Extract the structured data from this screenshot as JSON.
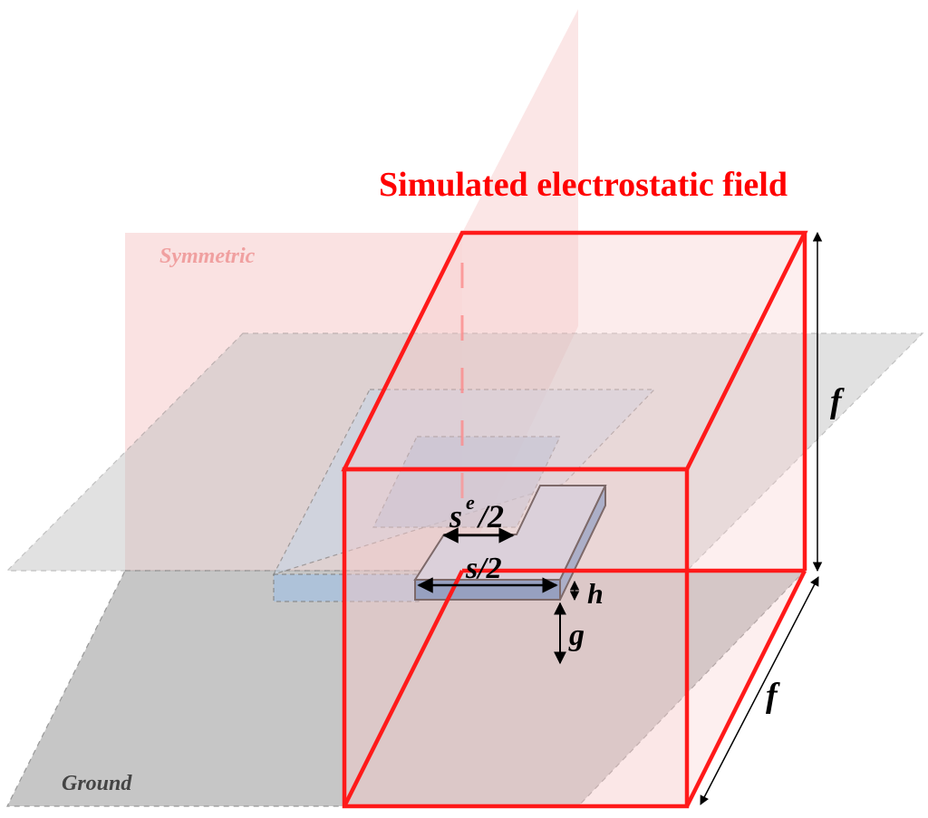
{
  "title": "Simulated electrostatic field",
  "plane_labels": {
    "symmetric": "Symmetric",
    "ground": "Ground"
  },
  "dimension_labels": {
    "f_vertical": "f",
    "f_depth": "f",
    "h": "h",
    "g": "g",
    "s_half": "s/2",
    "se_half_base": "s",
    "se_half_sup": "e",
    "se_half_tail": "/2"
  },
  "colors": {
    "box_edge": "#ff1a1a",
    "box_fill": "#f7c9c9",
    "ground_fill": "#b3b3b3",
    "symmetric_fill": "#f8d2d2",
    "coil_fill": "#c5d6e8",
    "coil_dark": "#4a7fb8",
    "title": "#ff0000",
    "symmetric_text": "#f0a0a0",
    "ground_text": "#444444"
  }
}
